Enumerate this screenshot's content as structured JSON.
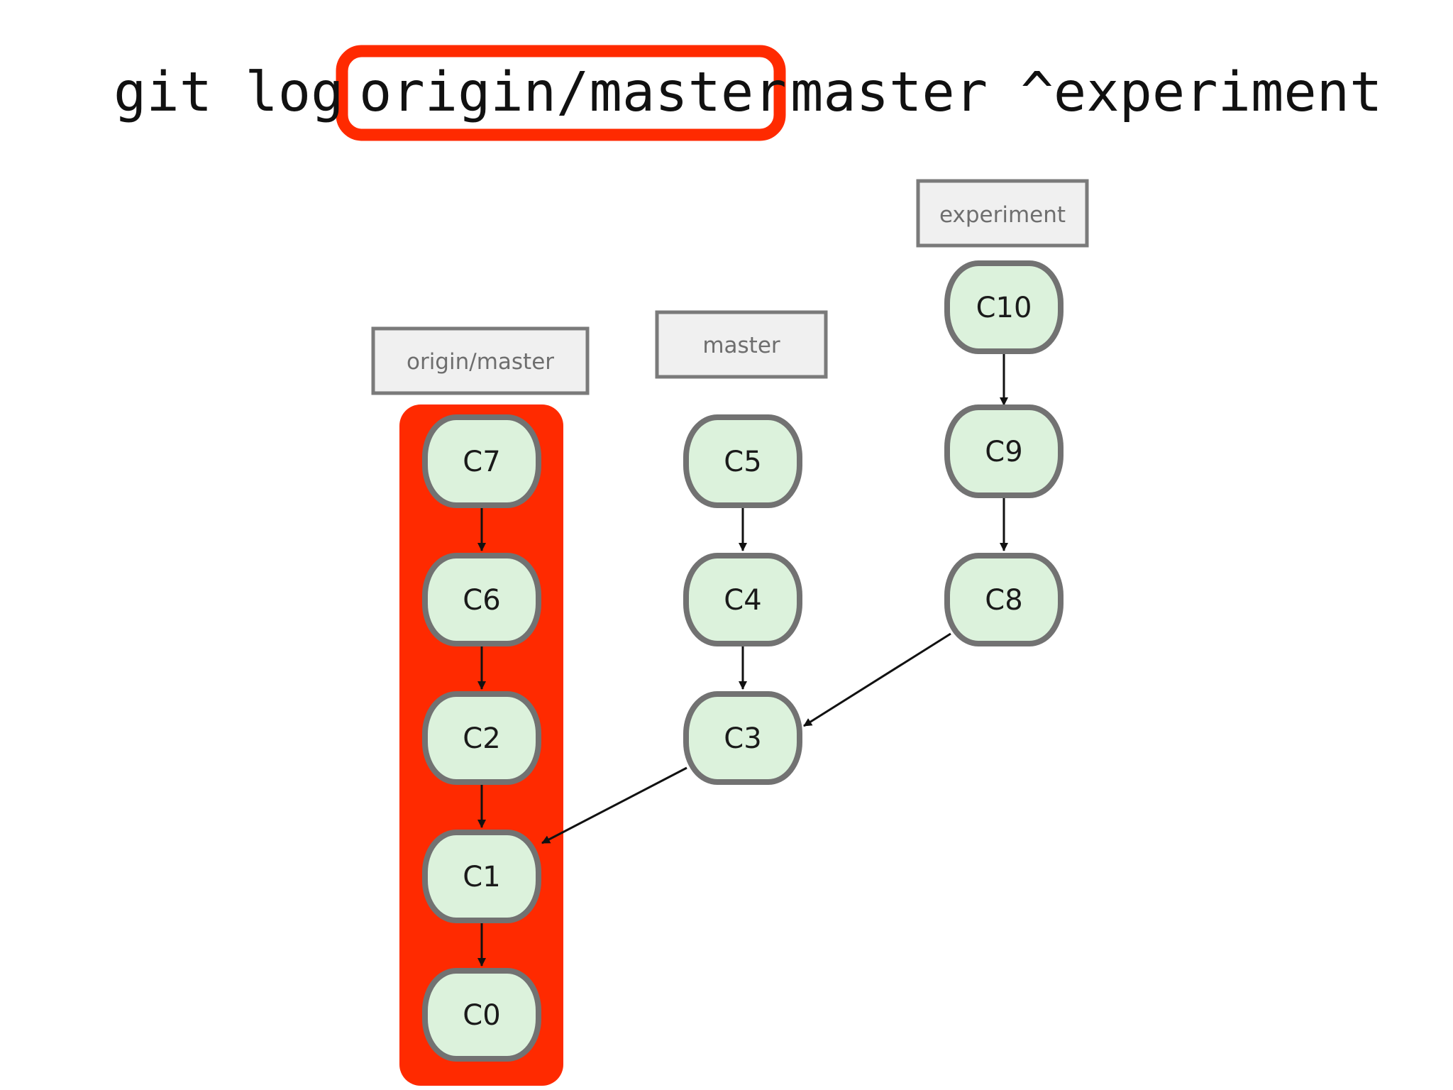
{
  "command": {
    "prefix": "git log",
    "highlighted_arg": "origin/master",
    "rest": "master ^experiment",
    "highlight_color": "#ff2a00"
  },
  "colors": {
    "highlight": "#ff2a00",
    "commit_fill": "#dcf2dc",
    "commit_stroke": "#727272",
    "ref_fill": "#f0f0f0",
    "ref_stroke": "#7a7a7a",
    "arrow": "#111111"
  },
  "refs": {
    "origin_master": "origin/master",
    "master": "master",
    "experiment": "experiment"
  },
  "commits": {
    "c0": "C0",
    "c1": "C1",
    "c2": "C2",
    "c3": "C3",
    "c4": "C4",
    "c5": "C5",
    "c6": "C6",
    "c7": "C7",
    "c8": "C8",
    "c9": "C9",
    "c10": "C10"
  },
  "edges": [
    [
      "C7",
      "C6"
    ],
    [
      "C6",
      "C2"
    ],
    [
      "C2",
      "C1"
    ],
    [
      "C1",
      "C0"
    ],
    [
      "C5",
      "C4"
    ],
    [
      "C4",
      "C3"
    ],
    [
      "C3",
      "C1"
    ],
    [
      "C10",
      "C9"
    ],
    [
      "C9",
      "C8"
    ],
    [
      "C8",
      "C3"
    ]
  ],
  "highlighted_commits": [
    "C7",
    "C6",
    "C2",
    "C1",
    "C0"
  ]
}
